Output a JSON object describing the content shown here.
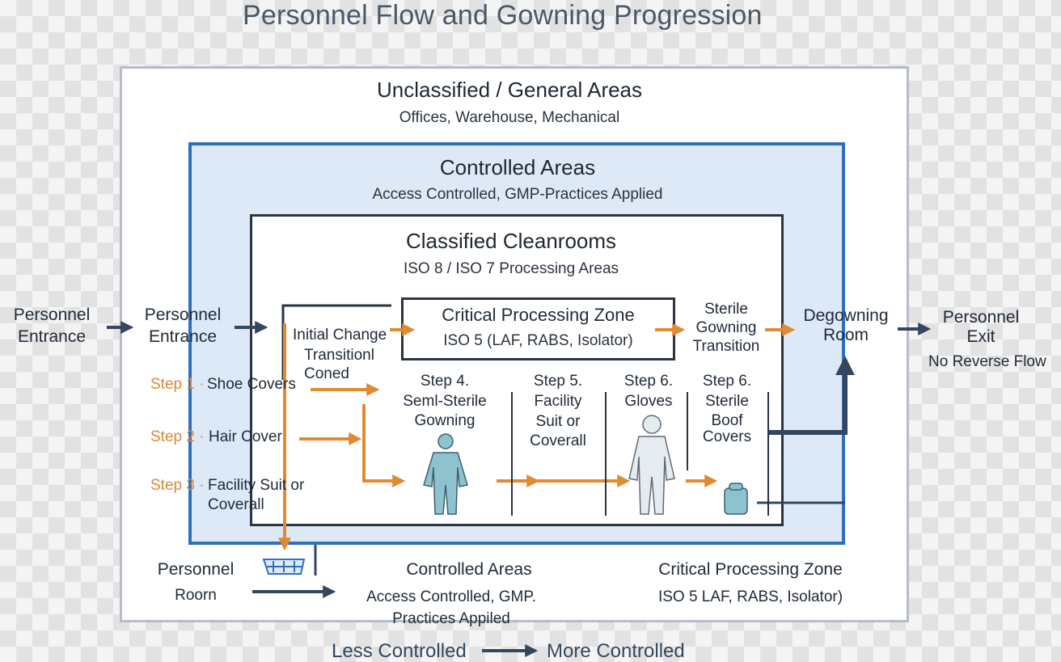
{
  "title": "Personnel Flow and Gowning Progression",
  "zones": {
    "unclassified": {
      "title": "Unclassified / General Areas",
      "subtitle": "Offices, Warehouse, Mechanical"
    },
    "controlled": {
      "title": "Controlled Areas",
      "subtitle": "Access Controlled, GMP-Practices Applied"
    },
    "classified": {
      "title": "Classified Cleanrooms",
      "subtitle": "ISO 8 / ISO 7 Processing Areas"
    },
    "critical": {
      "title": "Critical Processing Zone",
      "subtitle": "ISO 5 (LAF, RABS, Isolator)"
    }
  },
  "entrance_outer": [
    "Personnel",
    "Entrance"
  ],
  "entrance_inner": [
    "Personnel",
    "Entrance"
  ],
  "initial_change": [
    "Initial Change",
    "Transitionl",
    "Coned"
  ],
  "sterile_transition": [
    "Sterile",
    "Gowning",
    "Transition"
  ],
  "degowning": [
    "Degowning",
    "Room"
  ],
  "exit": {
    "lines": [
      "Personnel",
      "Exit"
    ],
    "note": "No Reverse Flow"
  },
  "steps_left": [
    {
      "num": "Step 1 ·",
      "label": "Shoe Covers"
    },
    {
      "num": "Step 2 ·",
      "label": "Hair Cover"
    },
    {
      "num": "Step 3 ·",
      "label": "Facility Suit or",
      "label2": "Coverall"
    }
  ],
  "steps_columns": [
    {
      "lines": [
        "Step 4.",
        "Seml-Sterile",
        "Gowning"
      ]
    },
    {
      "lines": [
        "Step 5.",
        "Facility",
        "Suit or",
        "Coverall"
      ]
    },
    {
      "lines": [
        "Step 6.",
        "Gloves"
      ]
    },
    {
      "lines": [
        "Step 6.",
        "Sterile",
        "Boof",
        "Covers"
      ]
    }
  ],
  "bottom_left": [
    "Personnel",
    "Roorn"
  ],
  "bottom_controlled": {
    "title": "Controlled Areas",
    "sub": [
      "Access Controlled, GMP.",
      "Practices Appiled"
    ]
  },
  "bottom_critical": {
    "title": "Critical Processing Zone",
    "sub": "ISO 5 LAF, RABS, Isolator)"
  },
  "legend": {
    "left": "Less Controlled",
    "right": "More Controlled"
  },
  "colors": {
    "orange": "#e08a34",
    "navy": "#34475f",
    "blue_border": "#2f6fbe",
    "blue_fill": "#dde9f7",
    "figure": "#8fc2cf"
  }
}
